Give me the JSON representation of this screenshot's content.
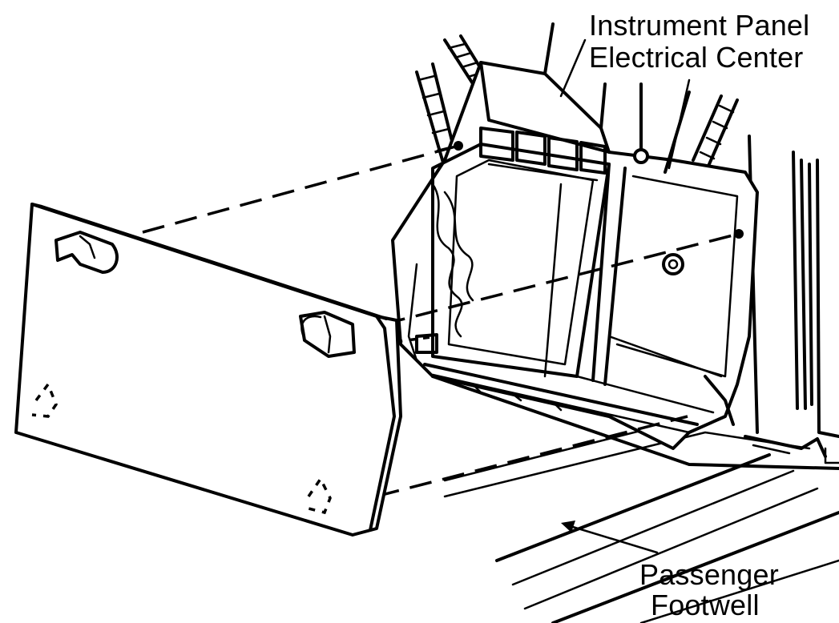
{
  "labels": {
    "ip_center_line1": "Instrument Panel",
    "ip_center_line2": "Electrical Center",
    "footwell_line1": "Passenger",
    "footwell_line2": "Footwell"
  }
}
